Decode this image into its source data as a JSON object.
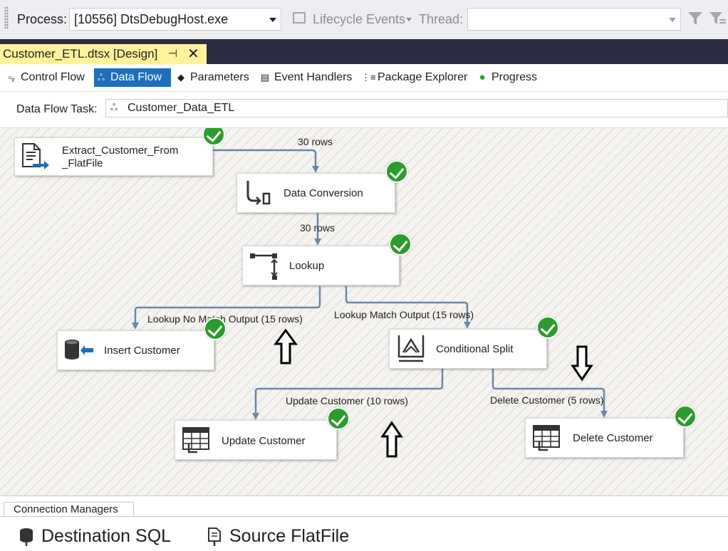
{
  "toolbar": {
    "process_label": "Process:",
    "process_value": "[10556] DtsDebugHost.exe",
    "lifecycle_label": "Lifecycle Events",
    "thread_label": "Thread:"
  },
  "document_tab": {
    "title": "Customer_ETL.dtsx [Design]",
    "pin_glyph": "⊣",
    "close_glyph": "✕"
  },
  "designer_tabs": [
    {
      "label": "Control Flow",
      "icon": "control-flow-icon",
      "active": false
    },
    {
      "label": "Data Flow",
      "icon": "data-flow-icon",
      "active": true
    },
    {
      "label": "Parameters",
      "icon": "parameters-icon",
      "active": false
    },
    {
      "label": "Event Handlers",
      "icon": "event-handlers-icon",
      "active": false
    },
    {
      "label": "Package Explorer",
      "icon": "package-explorer-icon",
      "active": false
    },
    {
      "label": "Progress",
      "icon": "progress-icon",
      "active": false
    }
  ],
  "data_flow_task": {
    "label": "Data Flow Task:",
    "value": "Customer_Data_ETL"
  },
  "components": {
    "extract": {
      "label_line1": "Extract_Customer_From",
      "label_line2": "_FlatFile",
      "icon": "flat-file-source-icon",
      "status": "success"
    },
    "conversion": {
      "label": "Data Conversion",
      "icon": "data-conversion-icon",
      "status": "success"
    },
    "lookup": {
      "label": "Lookup",
      "icon": "lookup-icon",
      "status": "success"
    },
    "insert": {
      "label": "Insert Customer",
      "icon": "database-destination-icon",
      "status": "success"
    },
    "split": {
      "label": "Conditional Split",
      "icon": "conditional-split-icon",
      "status": "success"
    },
    "update": {
      "label": "Update Customer",
      "icon": "oledb-command-icon",
      "status": "success"
    },
    "delete": {
      "label": "Delete Customer",
      "icon": "oledb-command-icon",
      "status": "success"
    }
  },
  "paths": {
    "extract_to_conversion": "30 rows",
    "conversion_to_lookup": "30 rows",
    "lookup_no_match": "Lookup No Match Output (15 rows)",
    "lookup_match": "Lookup Match Output (15 rows)",
    "update_path": "Update Customer (10 rows)",
    "delete_path": "Delete Customer (5 rows)"
  },
  "colors": {
    "accent": "#1c6fbb",
    "doc_tab": "#fff29d",
    "connector": "#6b87a8",
    "success": "#2c9c2c"
  },
  "connection_managers": {
    "tab_label": "Connection Managers",
    "items": [
      {
        "label": "Destination  SQL",
        "icon": "oledb-connection-icon"
      },
      {
        "label": "Source  FlatFile",
        "icon": "flat-file-connection-icon"
      }
    ]
  }
}
